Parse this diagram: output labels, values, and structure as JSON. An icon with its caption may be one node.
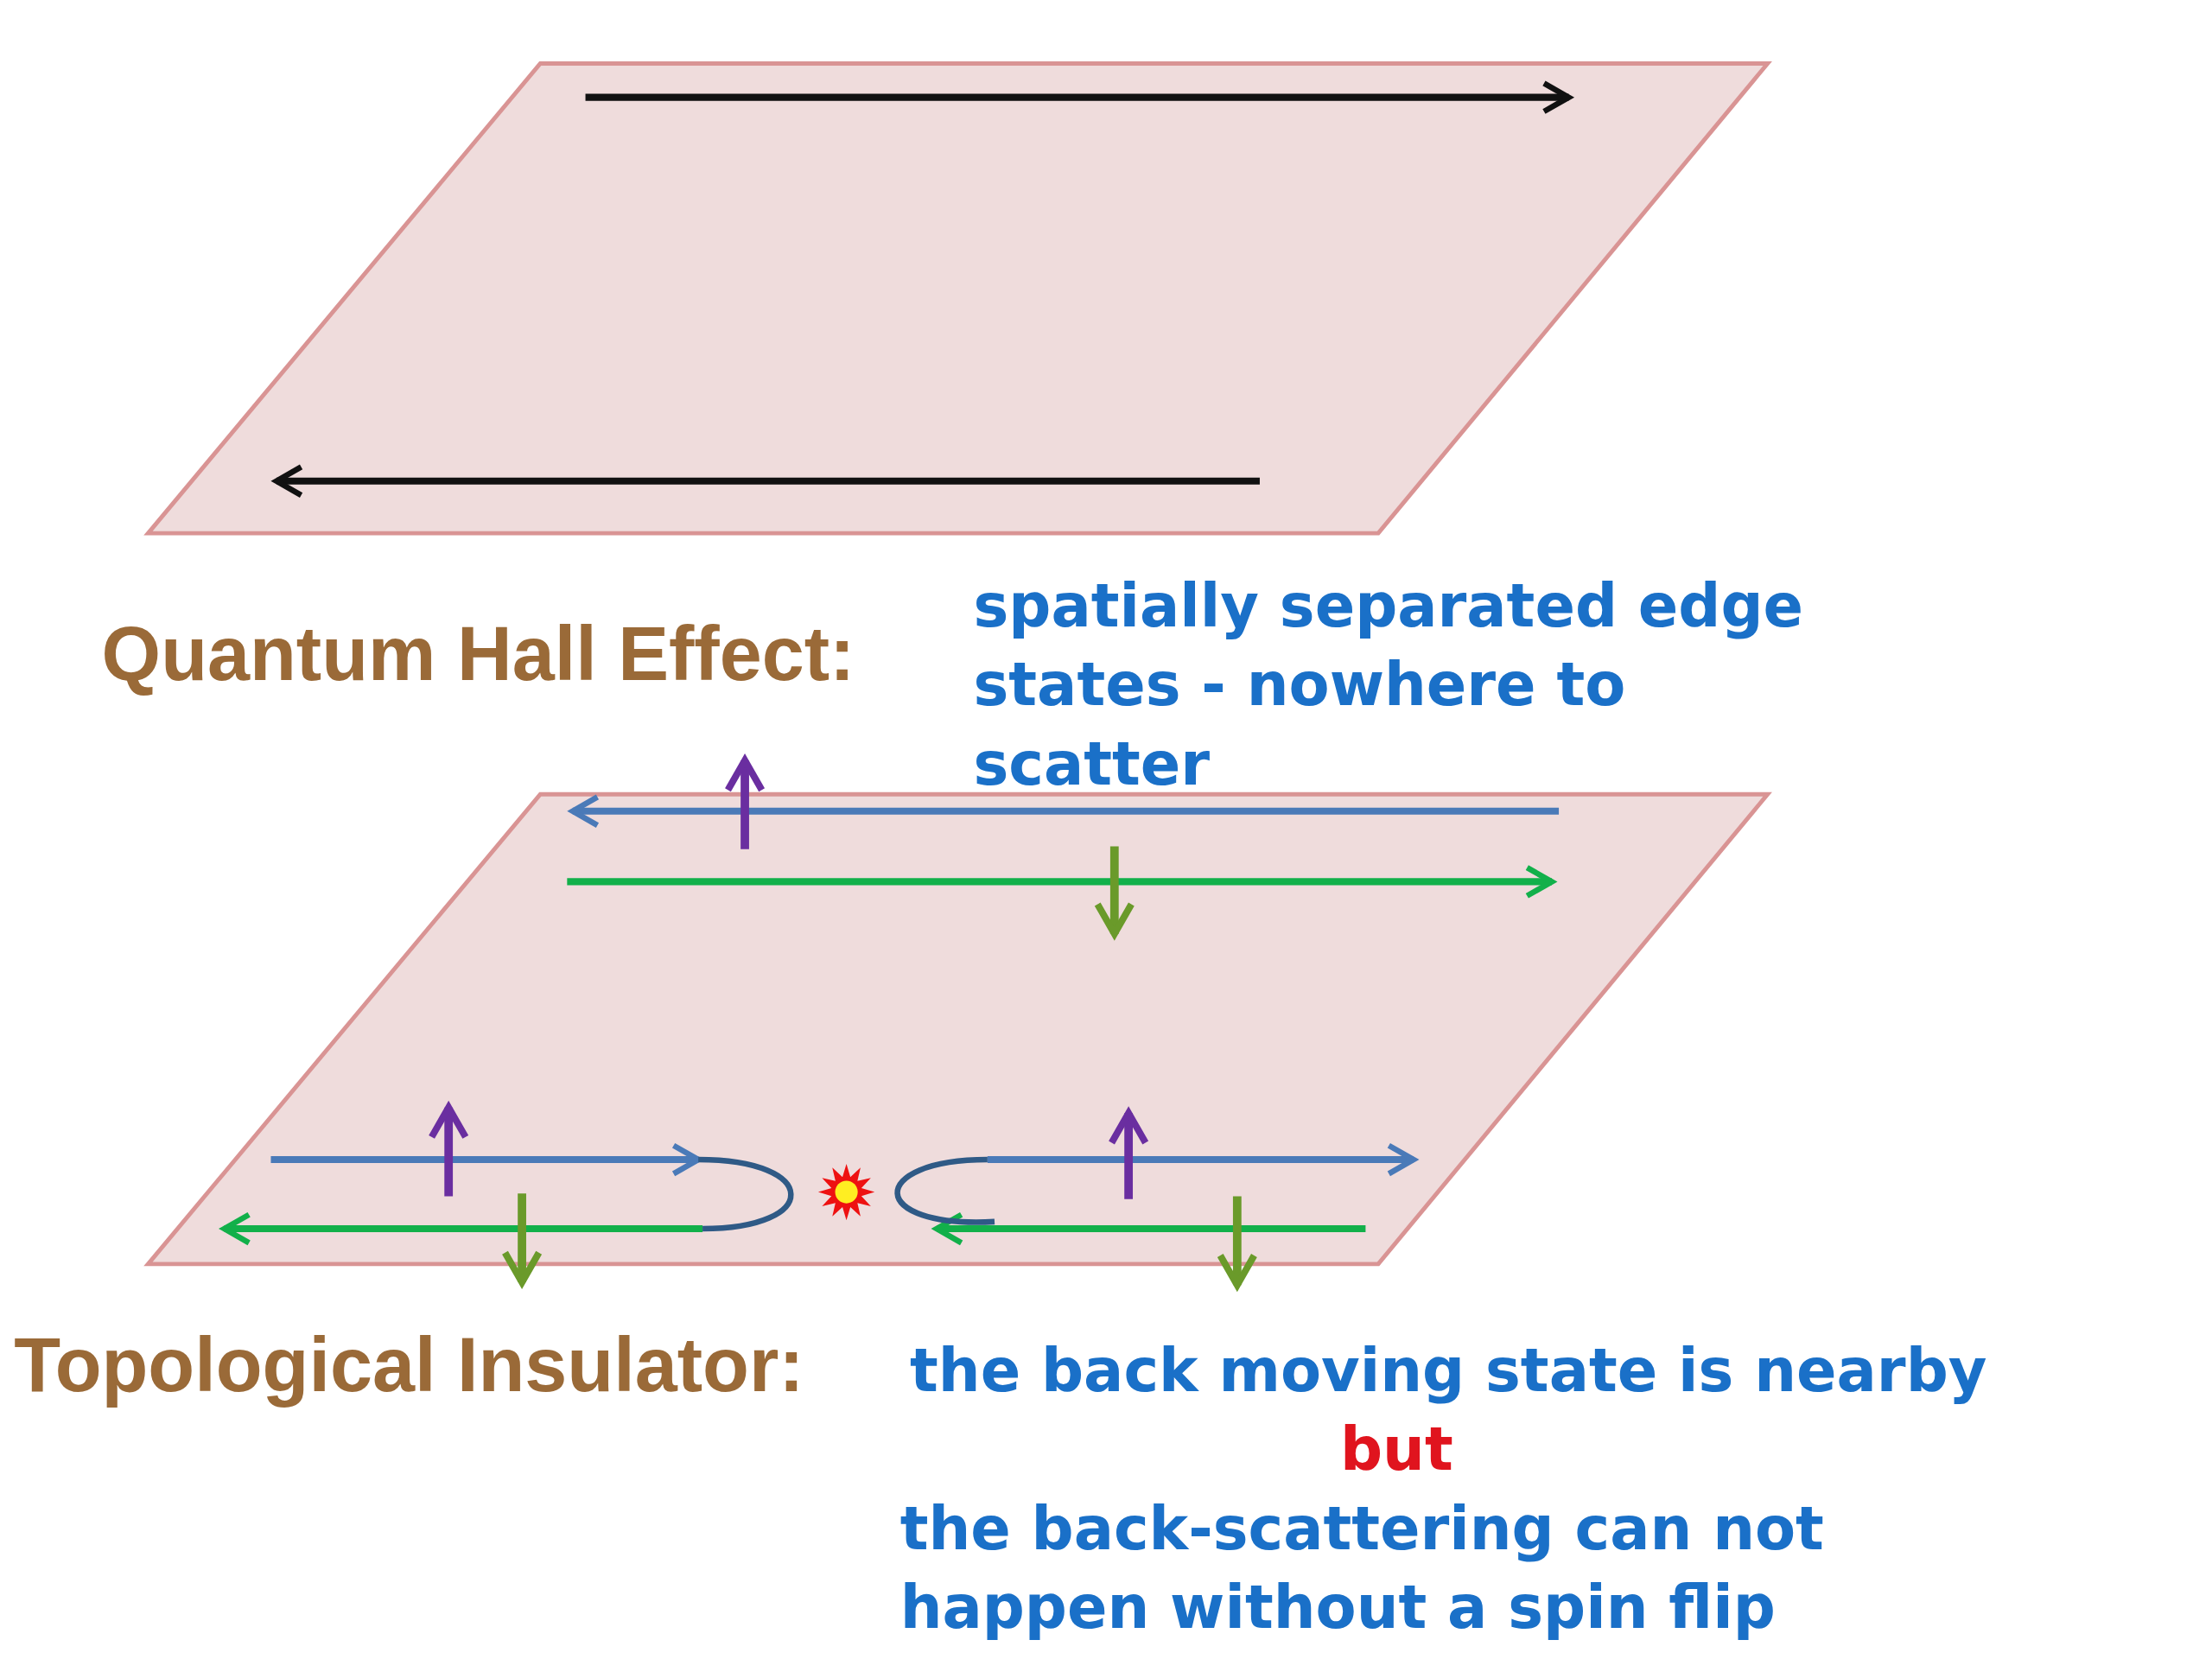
{
  "diagram": {
    "labels": [
      "Quantum Hall Effect:",
      "spatially separated edge states - nowhere to scatter",
      "Topological Insulator:",
      "the back moving state is nearby",
      "but",
      "the back-scattering can not happen without a spin flip"
    ]
  }
}
